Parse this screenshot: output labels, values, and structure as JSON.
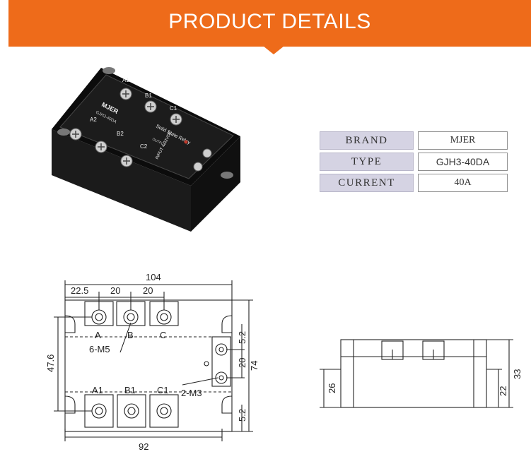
{
  "banner": {
    "title": "PRODUCT DETAILS"
  },
  "product_label": {
    "brand_logo": "MJER",
    "model": "GJH3-40DA",
    "device_name": "Solid State Relay",
    "terminals_top": [
      "A1",
      "B1",
      "C1"
    ],
    "terminals_bottom": [
      "A2",
      "B2",
      "C2"
    ],
    "input_marking": "INPUT 4-32VDC",
    "output_marking": "OUTPUT"
  },
  "specs": [
    {
      "label": "BRAND",
      "value": "MJER"
    },
    {
      "label": "TYPE",
      "value": "GJH3-40DA"
    },
    {
      "label": "CURRENT",
      "value": "40A"
    }
  ],
  "front_drawing": {
    "overall_width": "104",
    "pitch_first": "22.5",
    "pitch_second": "20",
    "pitch_third": "20",
    "left_height": "47.6",
    "screw_label_1": "6-M5",
    "screw_label_2": "2-M3",
    "terminal_a": "A",
    "terminal_b": "B",
    "terminal_c": "C",
    "terminal_a1": "A1",
    "terminal_b1": "B1",
    "terminal_c1": "C1",
    "right_top_gap": "5.2",
    "right_mid": "20",
    "right_total": "74",
    "right_bottom_gap": "5.2",
    "bottom_width": "92"
  },
  "side_drawing": {
    "height_left": "26",
    "height_total": "33",
    "height_inner": "22"
  },
  "colors": {
    "banner": "#ee6b1a",
    "label_bg": "#d5d3e3"
  }
}
